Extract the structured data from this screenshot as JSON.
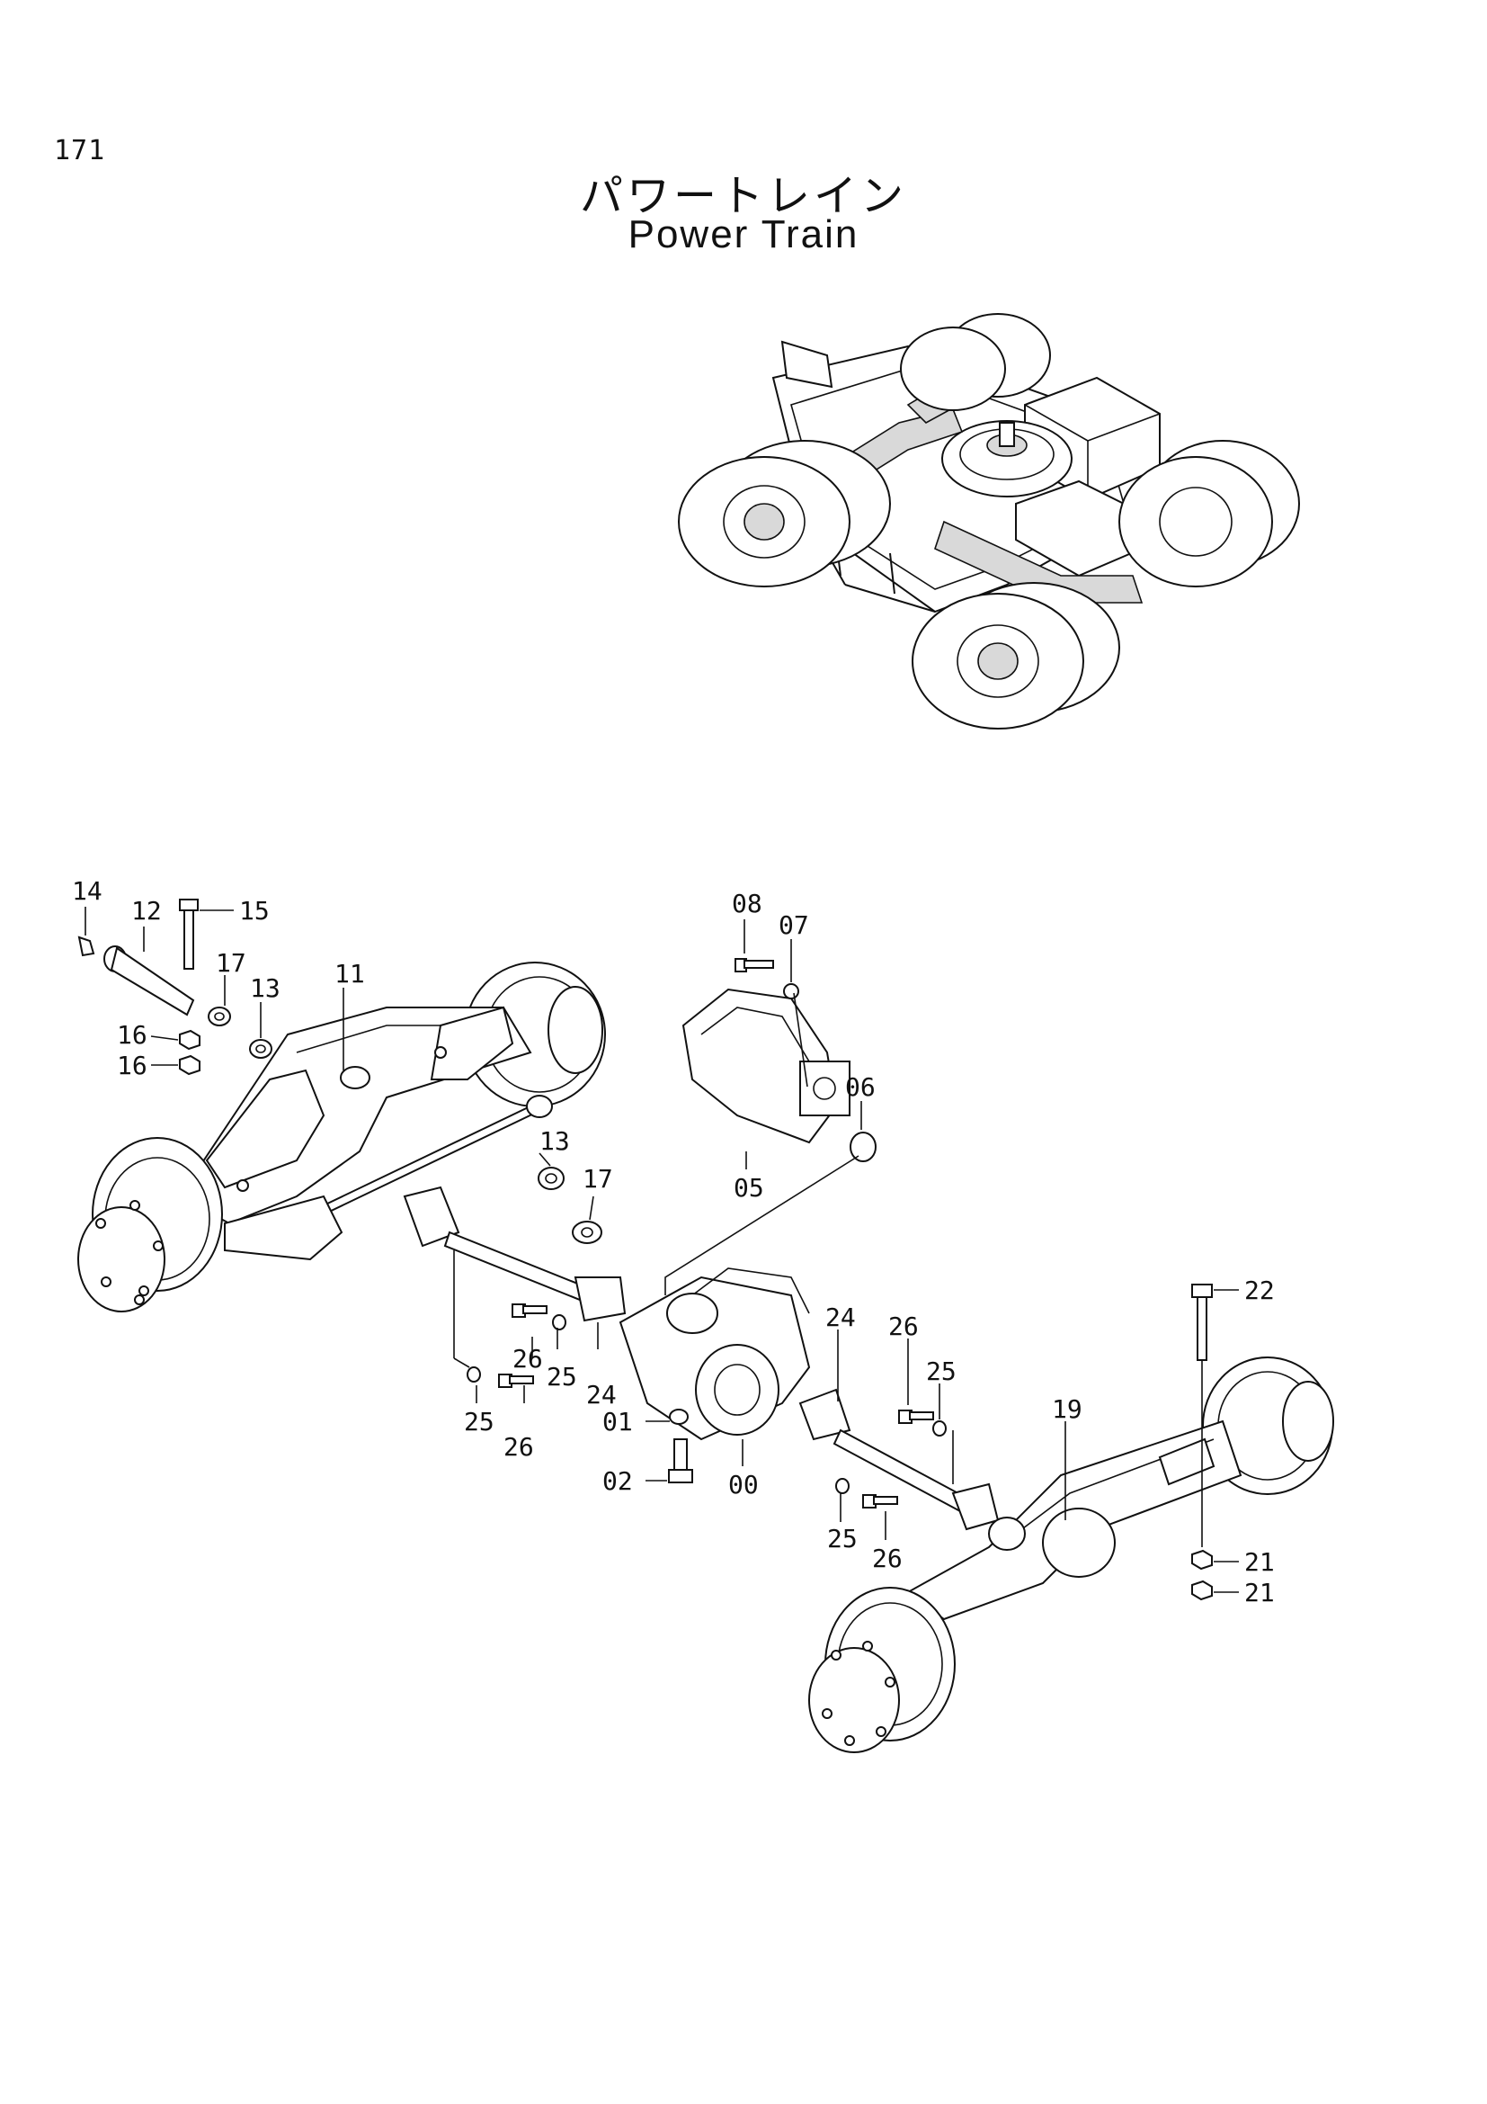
{
  "page_number": "171",
  "title_jp": "パワートレイン",
  "title_en": "Power Train",
  "part_labels": {
    "p00": "00",
    "p01": "01",
    "p02": "02",
    "p05": "05",
    "p06": "06",
    "p07": "07",
    "p08": "08",
    "p11": "11",
    "p12": "12",
    "p13a": "13",
    "p13b": "13",
    "p14": "14",
    "p15": "15",
    "p16a": "16",
    "p16b": "16",
    "p17a": "17",
    "p17b": "17",
    "p19": "19",
    "p21a": "21",
    "p21b": "21",
    "p22": "22",
    "p24a": "24",
    "p24b": "24",
    "p25a": "25",
    "p25b": "25",
    "p25c": "25",
    "p25d": "25",
    "p26a": "26",
    "p26b": "26",
    "p26c": "26",
    "p26d": "26"
  }
}
